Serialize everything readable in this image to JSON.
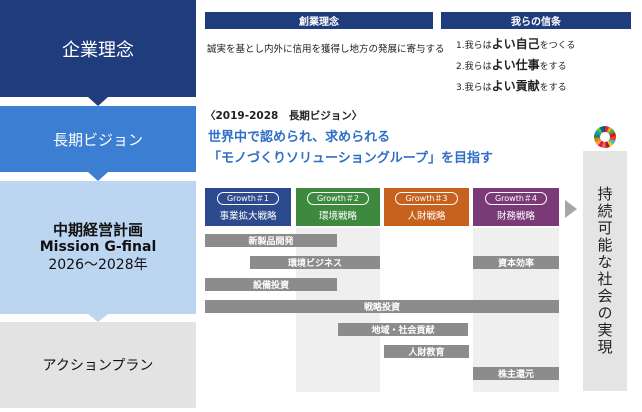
{
  "left": {
    "philosophy": "企業理念",
    "vision": "長期ビジョン",
    "midterm": {
      "line1": "中期経営計画",
      "line2": "Mission G-final",
      "line3": "2026～2028年"
    },
    "action": "アクションプラン"
  },
  "founding": {
    "header": "創業理念",
    "text": "誠実を基とし内外に信用を獲得し地方の発展に寄与する"
  },
  "faith": {
    "header": "我らの信条",
    "items": [
      {
        "pre": "1.我らは",
        "bold": "よい自己",
        "post": "をつくる"
      },
      {
        "pre": "2.我らは",
        "bold": "よい仕事",
        "post": "をする"
      },
      {
        "pre": "3.我らは",
        "bold": "よい貢献",
        "post": "をする"
      }
    ]
  },
  "vision": {
    "heading": "〈2019-2028　長期ビジョン〉",
    "line1": "世界中で認められ、求められる",
    "line2": "「モノづくりソリューショングループ」を目指す"
  },
  "sustainability": "持続可能な社会の実現",
  "growth": [
    {
      "tag": "Growth＃1",
      "label": "事業拡大戦略",
      "color": "#2e4a8e"
    },
    {
      "tag": "Growth＃2",
      "label": "環境戦略",
      "color": "#3d8a3f"
    },
    {
      "tag": "Growth＃3",
      "label": "人財戦略",
      "color": "#c7611e"
    },
    {
      "tag": "Growth＃4",
      "label": "財務戦略",
      "color": "#7a3a78"
    }
  ],
  "actions": {
    "new_product": "新製品開発",
    "env_business": "環境ビジネス",
    "capital_eff": "資本効率",
    "equipment": "設備投資",
    "strategic": "戦略投資",
    "community": "地域・社会貢献",
    "hr_edu": "人財教育",
    "return": "株主還元"
  },
  "colors": {
    "navy": "#1f3c7d",
    "blue": "#3c7fd2",
    "light_blue": "#bcd6f2",
    "vision_text": "#2f6fc6",
    "action_bar": "#8c8c8c"
  }
}
